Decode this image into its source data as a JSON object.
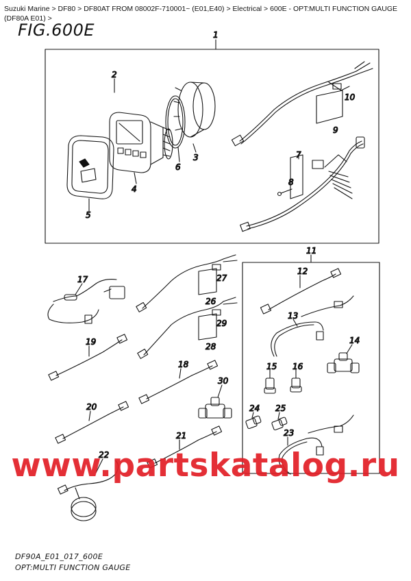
{
  "breadcrumb": {
    "items": [
      "Suzuki Marine",
      "DF80",
      "DF80AT FROM 08002F-710001~ (E01,E40)",
      "Electrical",
      "600E - OPT:MULTI FUNCTION GAUGE (DF80A E01)"
    ],
    "separator": ">"
  },
  "figure": {
    "title": "FIG.600E"
  },
  "watermark": {
    "text": "www.partskatalog.ru",
    "color": "#e21e26"
  },
  "footer": {
    "code": "DF90A_E01_017_600E",
    "caption": "OPT:MULTI FUNCTION GAUGE"
  },
  "callouts": {
    "n1": "1",
    "n2": "2",
    "n3": "3",
    "n4": "4",
    "n5": "5",
    "n6": "6",
    "n7": "7",
    "n8": "8",
    "n9": "9",
    "n10": "10",
    "n11": "11",
    "n12": "12",
    "n13": "13",
    "n14": "14",
    "n15": "15",
    "n16": "16",
    "n17": "17",
    "n18": "18",
    "n19": "19",
    "n20": "20",
    "n21": "21",
    "n22": "22",
    "n23": "23",
    "n24": "24",
    "n25": "25",
    "n26": "26",
    "n27": "27",
    "n28": "28",
    "n29": "29",
    "n30": "30"
  }
}
